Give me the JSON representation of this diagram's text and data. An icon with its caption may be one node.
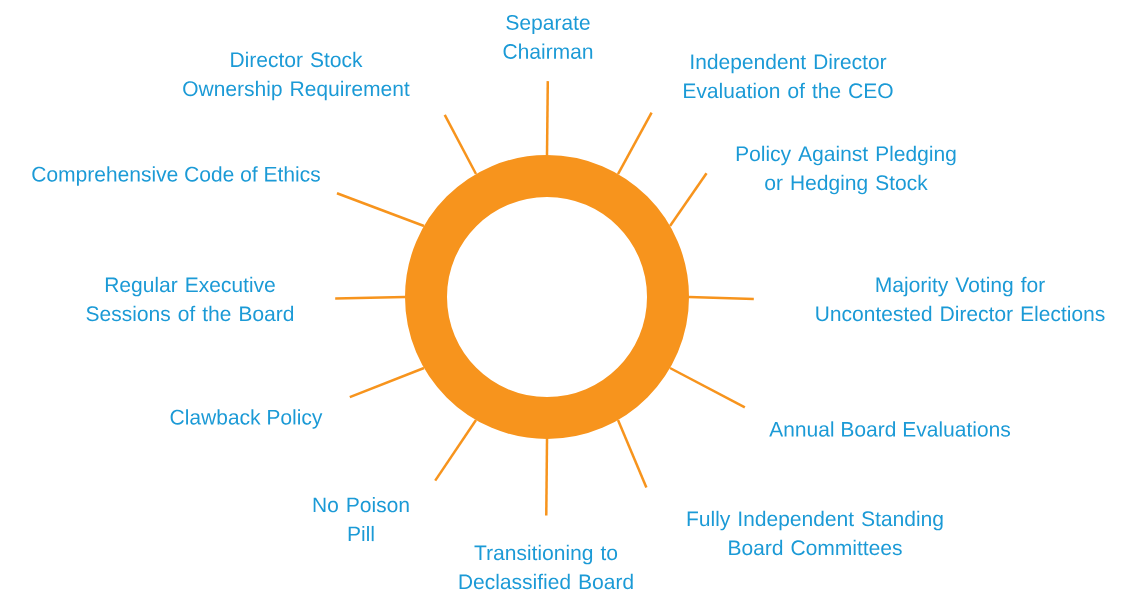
{
  "diagram": {
    "nodes": [
      {
        "text": [],
        "shape": "circle"
      },
      {
        "text": [
          "Separate Chairman"
        ]
      },
      {
        "text": [
          "Director Stock Ownership Requirement"
        ]
      },
      {
        "text": [
          "Independent Director Evaluation of the CEO"
        ]
      },
      {
        "text": [
          "Policy Against Pledging or Hedging Stock"
        ]
      },
      {
        "text": [
          "Comprehensive Code of Ethics"
        ]
      },
      {
        "text": [
          "Regular Executive Sessions of the Board"
        ]
      },
      {
        "text": [
          "Majority Voting for Uncontested Director Elections"
        ]
      },
      {
        "text": [
          "Clawback Policy"
        ]
      },
      {
        "text": [
          "Annual Board Evaluations"
        ]
      },
      {
        "text": [
          "No Poison Pill"
        ]
      },
      {
        "text": [
          "Fully Independent Standing Board Committees"
        ]
      },
      {
        "text": [
          "Transitioning to Declassified Board"
        ]
      }
    ],
    "edges": [
      {
        "from": 0,
        "to": 1,
        "arrow": "none"
      },
      {
        "from": 0,
        "to": 2,
        "arrow": "none"
      },
      {
        "from": 0,
        "to": 3,
        "arrow": "none"
      },
      {
        "from": 0,
        "to": 4,
        "arrow": "none"
      },
      {
        "from": 0,
        "to": 5,
        "arrow": "none"
      },
      {
        "from": 0,
        "to": 6,
        "arrow": "none"
      },
      {
        "from": 0,
        "to": 7,
        "arrow": "none"
      },
      {
        "from": 0,
        "to": 8,
        "arrow": "none"
      },
      {
        "from": 0,
        "to": 9,
        "arrow": "none"
      },
      {
        "from": 0,
        "to": 10,
        "arrow": "none"
      },
      {
        "from": 0,
        "to": 11,
        "arrow": "none"
      },
      {
        "from": 0,
        "to": 12,
        "arrow": "none"
      }
    ]
  }
}
